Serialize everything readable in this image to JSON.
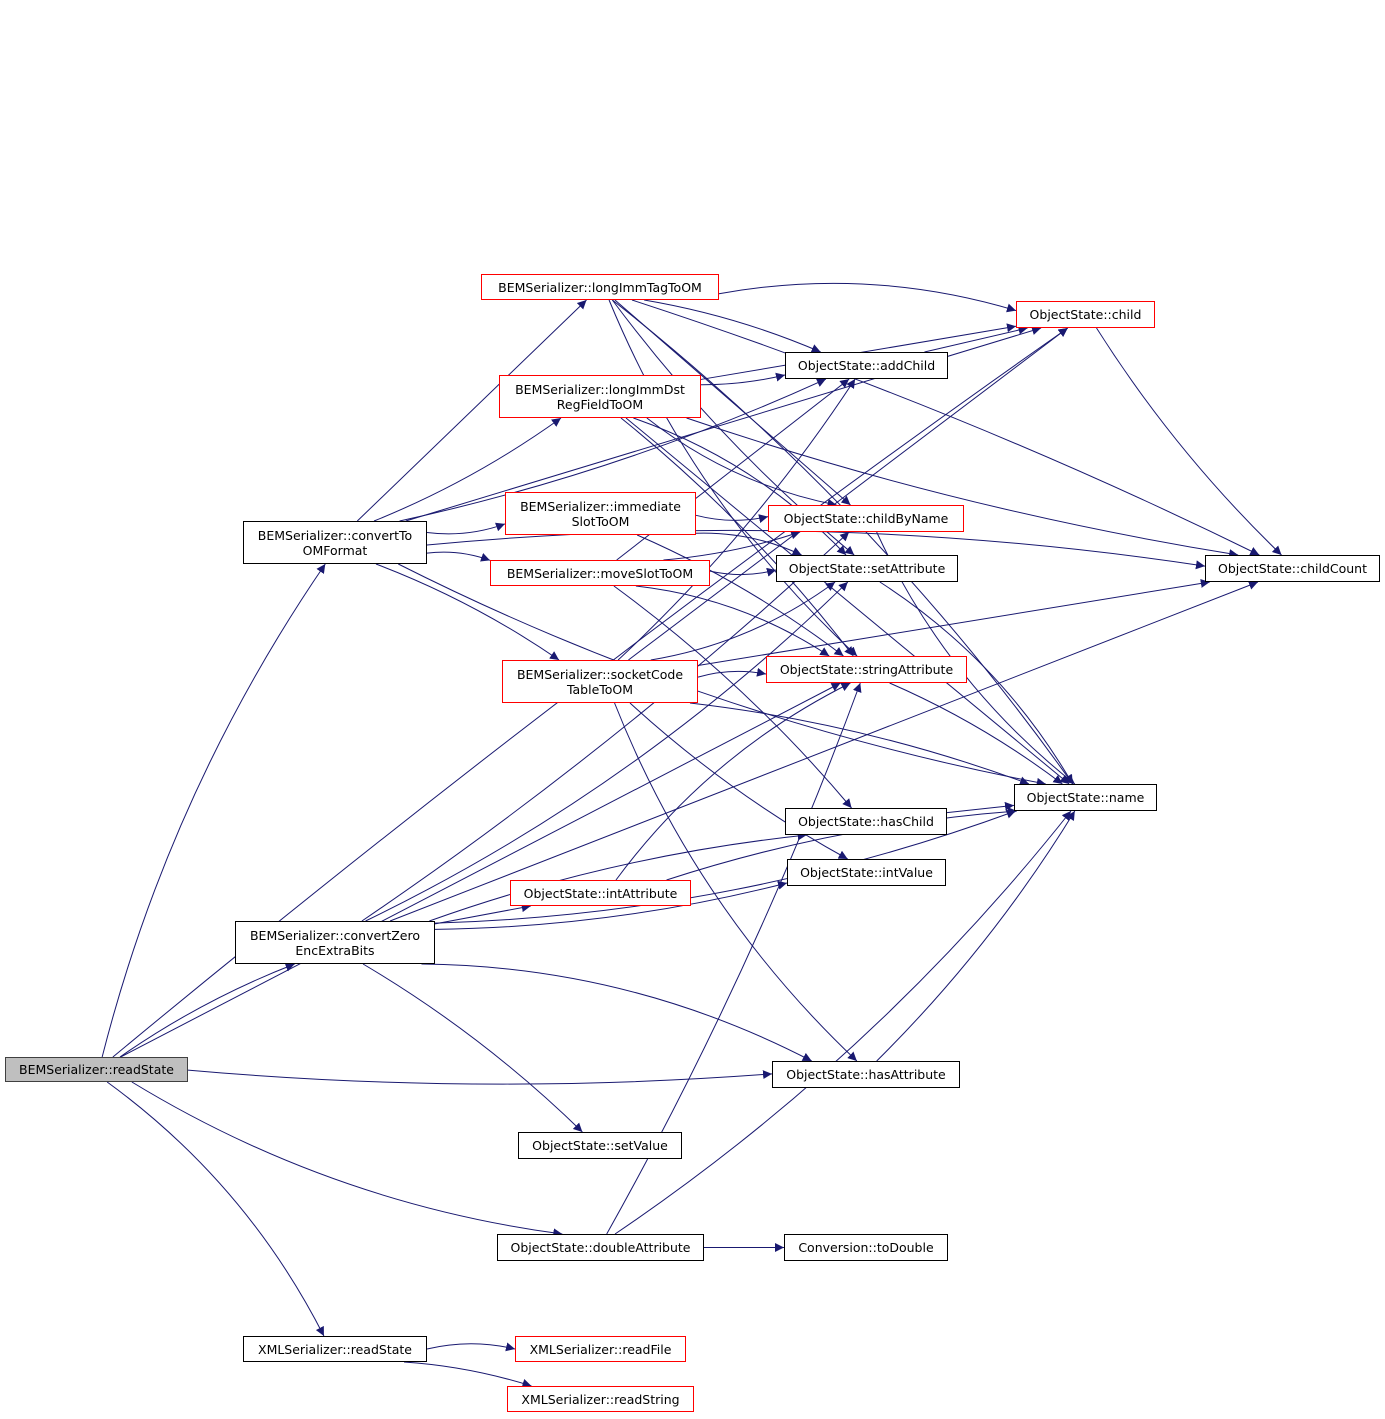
{
  "edge_color": "#191970",
  "node_border_colors": {
    "normal": "#000000",
    "truncated": "#ff0000",
    "root": "#404040"
  },
  "root_fill": "#bfbfbf",
  "nodes": {
    "root": {
      "l1": "BEMSerializer::readState"
    },
    "convertToOMFormat": {
      "l1": "BEMSerializer::convertTo",
      "l2": "OMFormat"
    },
    "convertZero": {
      "l1": "BEMSerializer::convertZero",
      "l2": "EncExtraBits"
    },
    "longImmTag": {
      "l1": "BEMSerializer::longImmTagToOM"
    },
    "longImmDst": {
      "l1": "BEMSerializer::longImmDst",
      "l2": "RegFieldToOM"
    },
    "immediateSlot": {
      "l1": "BEMSerializer::immediate",
      "l2": "SlotToOM"
    },
    "moveSlot": {
      "l1": "BEMSerializer::moveSlotToOM"
    },
    "socketCode": {
      "l1": "BEMSerializer::socketCode",
      "l2": "TableToOM"
    },
    "intAttribute": {
      "l1": "ObjectState::intAttribute"
    },
    "setValue": {
      "l1": "ObjectState::setValue"
    },
    "doubleAttribute": {
      "l1": "ObjectState::doubleAttribute"
    },
    "xmlReadState": {
      "l1": "XMLSerializer::readState"
    },
    "readFile": {
      "l1": "XMLSerializer::readFile"
    },
    "readString": {
      "l1": "XMLSerializer::readString"
    },
    "child": {
      "l1": "ObjectState::child"
    },
    "addChild": {
      "l1": "ObjectState::addChild"
    },
    "childByName": {
      "l1": "ObjectState::childByName"
    },
    "setAttribute": {
      "l1": "ObjectState::setAttribute"
    },
    "stringAttribute": {
      "l1": "ObjectState::stringAttribute"
    },
    "hasChild": {
      "l1": "ObjectState::hasChild"
    },
    "intValue": {
      "l1": "ObjectState::intValue"
    },
    "hasAttribute": {
      "l1": "ObjectState::hasAttribute"
    },
    "toDouble": {
      "l1": "Conversion::toDouble"
    },
    "name": {
      "l1": "ObjectState::name"
    },
    "childCount": {
      "l1": "ObjectState::childCount"
    }
  },
  "edges": [
    [
      "root",
      "convertToOMFormat"
    ],
    [
      "root",
      "convertZero"
    ],
    [
      "root",
      "stringAttribute"
    ],
    [
      "root",
      "hasAttribute"
    ],
    [
      "root",
      "doubleAttribute"
    ],
    [
      "root",
      "xmlReadState"
    ],
    [
      "root",
      "child"
    ],
    [
      "convertToOMFormat",
      "longImmTag"
    ],
    [
      "convertToOMFormat",
      "longImmDst"
    ],
    [
      "convertToOMFormat",
      "immediateSlot"
    ],
    [
      "convertToOMFormat",
      "moveSlot"
    ],
    [
      "convertToOMFormat",
      "socketCode"
    ],
    [
      "convertToOMFormat",
      "child"
    ],
    [
      "convertToOMFormat",
      "addChild"
    ],
    [
      "convertToOMFormat",
      "name"
    ],
    [
      "convertToOMFormat",
      "childCount"
    ],
    [
      "convertZero",
      "hasChild"
    ],
    [
      "convertZero",
      "intAttribute"
    ],
    [
      "convertZero",
      "intValue"
    ],
    [
      "convertZero",
      "name"
    ],
    [
      "convertZero",
      "hasAttribute"
    ],
    [
      "convertZero",
      "setValue"
    ],
    [
      "convertZero",
      "childCount"
    ],
    [
      "convertZero",
      "childByName"
    ],
    [
      "convertZero",
      "setAttribute"
    ],
    [
      "longImmTag",
      "child"
    ],
    [
      "longImmTag",
      "addChild"
    ],
    [
      "longImmTag",
      "childByName"
    ],
    [
      "longImmTag",
      "setAttribute"
    ],
    [
      "longImmTag",
      "stringAttribute"
    ],
    [
      "longImmTag",
      "name"
    ],
    [
      "longImmTag",
      "childCount"
    ],
    [
      "longImmDst",
      "child"
    ],
    [
      "longImmDst",
      "addChild"
    ],
    [
      "longImmDst",
      "childByName"
    ],
    [
      "longImmDst",
      "setAttribute"
    ],
    [
      "longImmDst",
      "stringAttribute"
    ],
    [
      "longImmDst",
      "name"
    ],
    [
      "longImmDst",
      "childCount"
    ],
    [
      "immediateSlot",
      "childByName"
    ],
    [
      "immediateSlot",
      "setAttribute"
    ],
    [
      "immediateSlot",
      "stringAttribute"
    ],
    [
      "moveSlot",
      "addChild"
    ],
    [
      "moveSlot",
      "childByName"
    ],
    [
      "moveSlot",
      "setAttribute"
    ],
    [
      "moveSlot",
      "stringAttribute"
    ],
    [
      "moveSlot",
      "hasChild"
    ],
    [
      "socketCode",
      "child"
    ],
    [
      "socketCode",
      "addChild"
    ],
    [
      "socketCode",
      "setAttribute"
    ],
    [
      "socketCode",
      "stringAttribute"
    ],
    [
      "socketCode",
      "name"
    ],
    [
      "socketCode",
      "childCount"
    ],
    [
      "socketCode",
      "intValue"
    ],
    [
      "socketCode",
      "hasAttribute"
    ],
    [
      "intAttribute",
      "stringAttribute"
    ],
    [
      "intAttribute",
      "name"
    ],
    [
      "doubleAttribute",
      "toDouble"
    ],
    [
      "doubleAttribute",
      "stringAttribute"
    ],
    [
      "doubleAttribute",
      "name"
    ],
    [
      "xmlReadState",
      "readFile"
    ],
    [
      "xmlReadState",
      "readString"
    ],
    [
      "addChild",
      "child"
    ],
    [
      "child",
      "childCount"
    ],
    [
      "childByName",
      "name"
    ],
    [
      "setAttribute",
      "name"
    ],
    [
      "stringAttribute",
      "name"
    ],
    [
      "hasChild",
      "name"
    ],
    [
      "hasAttribute",
      "name"
    ]
  ]
}
